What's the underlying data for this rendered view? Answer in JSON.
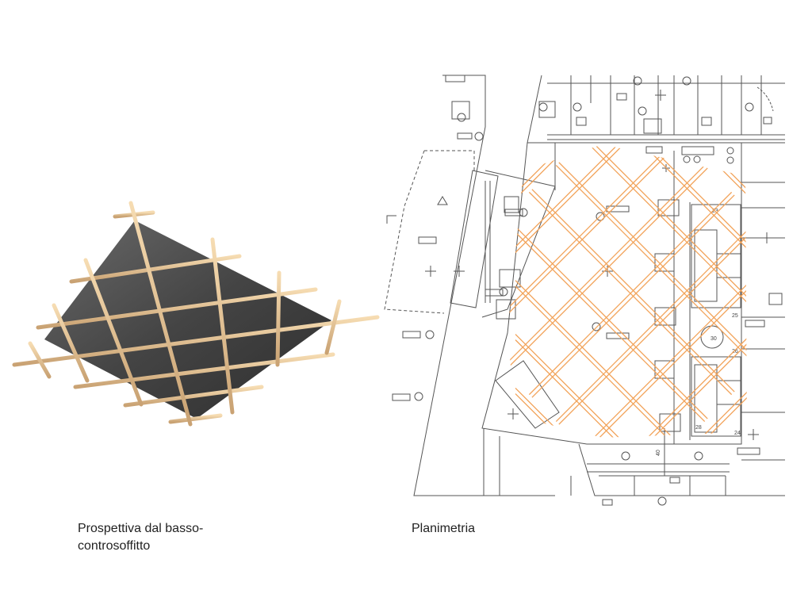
{
  "captions": {
    "perspective_line1": "Prospettiva dal basso-",
    "perspective_line2": "controsoffitto",
    "plan": "Planimetria"
  },
  "colors": {
    "panel": "#4a4a4a",
    "slat": "#e8c79a",
    "plan_grid": "#f2a35a",
    "plan_lines": "#555555"
  },
  "plan_labels": {
    "dim_40": "40",
    "room_25": "25",
    "room_30": "30",
    "room_28": "28",
    "room_24": "24",
    "room_23": "23",
    "room_26": "26"
  }
}
